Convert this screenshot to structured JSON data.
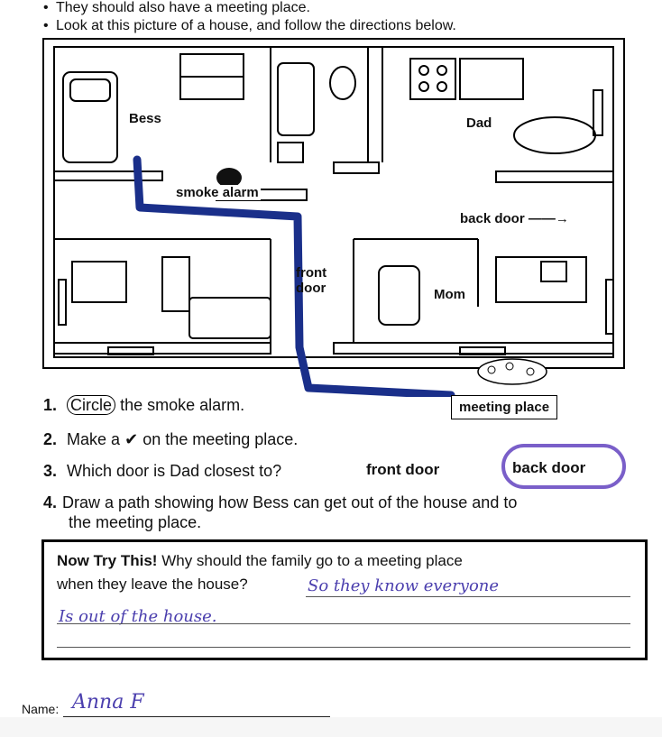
{
  "bullets": [
    "They should also have a meeting place.",
    "Look at this picture of a house, and follow the directions below."
  ],
  "plan": {
    "labels": {
      "bess": "Bess",
      "dad": "Dad",
      "mom": "Mom",
      "smoke_alarm": "smoke alarm",
      "back_door": "back door",
      "front_door_1": "front",
      "front_door_2": "door",
      "meeting_place": "meeting place"
    },
    "arrow": "——→"
  },
  "questions": [
    {
      "num": "1.",
      "circled": "Circle",
      "text": "the smoke alarm."
    },
    {
      "num": "2.",
      "text_before": "Make a",
      "check": "✔",
      "text_after": "on the meeting place."
    },
    {
      "num": "3.",
      "text": "Which door is Dad closest to?",
      "option1": "front door",
      "option2": "back door"
    },
    {
      "num": "4.",
      "line1": "Draw a path showing how Bess can get out of the house and to",
      "line2": "the meeting place."
    }
  ],
  "now_try": {
    "title": "Now Try This!",
    "line1": "Why should the family go to a meeting place",
    "line2": "when they leave the house?",
    "answer1": "So they know everyone",
    "answer2": "Is out of the house."
  },
  "name": {
    "label": "Name:",
    "value": "Anna F"
  },
  "colors": {
    "path_blue": "#1a2f8a",
    "handwriting_purple": "#4b3fae",
    "circle_purple": "#7a5fc9"
  }
}
